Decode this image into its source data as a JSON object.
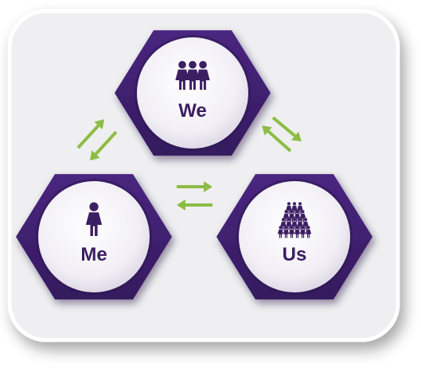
{
  "diagram": {
    "nodes": [
      {
        "id": "we",
        "label": "We",
        "icon": "three-women-icon"
      },
      {
        "id": "me",
        "label": "Me",
        "icon": "woman-icon"
      },
      {
        "id": "us",
        "label": "Us",
        "icon": "crowd-pyramid-icon"
      }
    ],
    "links": [
      {
        "from": "me",
        "to": "we",
        "direction": "bidirectional"
      },
      {
        "from": "we",
        "to": "us",
        "direction": "bidirectional"
      },
      {
        "from": "me",
        "to": "us",
        "direction": "bidirectional"
      }
    ]
  },
  "colors": {
    "background_card": "#efeff1",
    "hexagon": "#3d1f6b",
    "hexagon_shadow": "#2a1450",
    "circle_fill": "#f1eff5",
    "label_text": "#3c1f63",
    "icon": "#3c1f63",
    "arrows": "#8dbd45"
  }
}
